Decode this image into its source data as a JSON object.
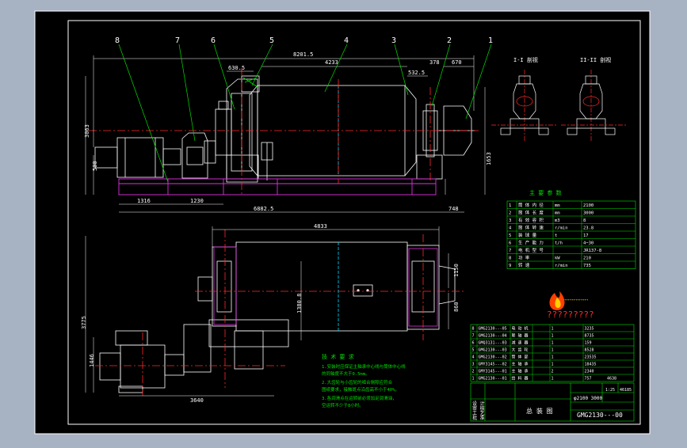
{
  "drawing": {
    "title": "总 装 图",
    "drawing_no": "GMG2130---00",
    "spec": "φ2100 3000",
    "watermark": "?????????",
    "scale_label": "1:25"
  },
  "callouts": [
    "8",
    "7",
    "6",
    "5",
    "4",
    "3",
    "2",
    "1"
  ],
  "dims": {
    "overall_length": "8201.5",
    "d4233": "4233",
    "d670": "670",
    "d378": "378",
    "d532": "532.5",
    "d630": "630.5",
    "height_3063": "3063",
    "height_500": "500",
    "height_1653": "1653",
    "base_1316": "1316",
    "base_1230": "1230",
    "base_6882": "6882.5",
    "base_748": "748",
    "plan_4833": "4833",
    "plan_3775": "3775",
    "plan_1446": "1446",
    "plan_1380": "1380.8",
    "plan_1150": "1150",
    "plan_860": "860",
    "plan_3640": "3640"
  },
  "detail_labels": [
    "I-I 剖视",
    "II-II 剖视"
  ],
  "param_table": {
    "title": "主 要 参 数",
    "rows": [
      [
        "1",
        "筒 体 内 径",
        "mm",
        "2100"
      ],
      [
        "2",
        "筒 体 长 度",
        "mm",
        "3000"
      ],
      [
        "3",
        "有 效 容 积",
        "m3",
        "8"
      ],
      [
        "4",
        "筒 体 转 速",
        "r/min",
        "23.8"
      ],
      [
        "5",
        "装 球 量",
        "t",
        "17"
      ],
      [
        "6",
        "生 产 能 力",
        "t/h",
        "4~30"
      ],
      [
        "7",
        "电 机 型 号",
        "",
        "JR137-8"
      ],
      [
        "8",
        "功 率",
        "kW",
        "210"
      ],
      [
        "9",
        "转 速",
        "r/min",
        "735"
      ]
    ]
  },
  "bom": {
    "rows": [
      [
        "8",
        "GMG2130---05",
        "电 动 机",
        "1",
        "3235"
      ],
      [
        "7",
        "GMG2130---04",
        "联 轴 器",
        "1",
        "8735"
      ],
      [
        "6",
        "GMQ3131---03",
        "减 速 器",
        "1",
        "159"
      ],
      [
        "5",
        "GMG2130---03",
        "大 齿 轮",
        "1",
        "8528"
      ],
      [
        "4",
        "GMG2130---02",
        "筒 体 部",
        "1",
        "23535"
      ],
      [
        "3",
        "GMY3145---02",
        "主 轴 承",
        "1",
        "18435"
      ],
      [
        "2",
        "GMY3145---01",
        "主 轴 承",
        "2",
        "2340"
      ],
      [
        "1",
        "GMG2130---01",
        "给 料 器",
        "1",
        "757"
      ]
    ],
    "col_extra": "4638"
  },
  "title_block": {
    "mass": "46185",
    "left_labels": [
      "设 计",
      "审 核",
      "工 艺",
      "批 准"
    ]
  },
  "tech_notes": {
    "title": "技 术 要 求",
    "lines": [
      "1.安装时应保证主轴承中心线与筒体中心线",
      "  的同轴度不大于0.5mm。",
      "2.大齿轮与小齿轮的啮合侧隙应符合",
      "  图纸要求，接触斑点沿齿高不小于40%。",
      "3.各润滑点在运转前必须加足润滑油，",
      "  空运转不少于8小时。"
    ]
  },
  "colors": {
    "sheet": "#000000",
    "frame": "#ffffff",
    "line": "#ffffff",
    "centerline": "#ff2a2a",
    "dimension": "#ffffff",
    "table": "#00e000",
    "text_green": "#00e000",
    "base_magenta": "#e030e0",
    "cyan": "#00d8ff",
    "yellow": "#ffe000",
    "background": "#a7b3c3"
  }
}
